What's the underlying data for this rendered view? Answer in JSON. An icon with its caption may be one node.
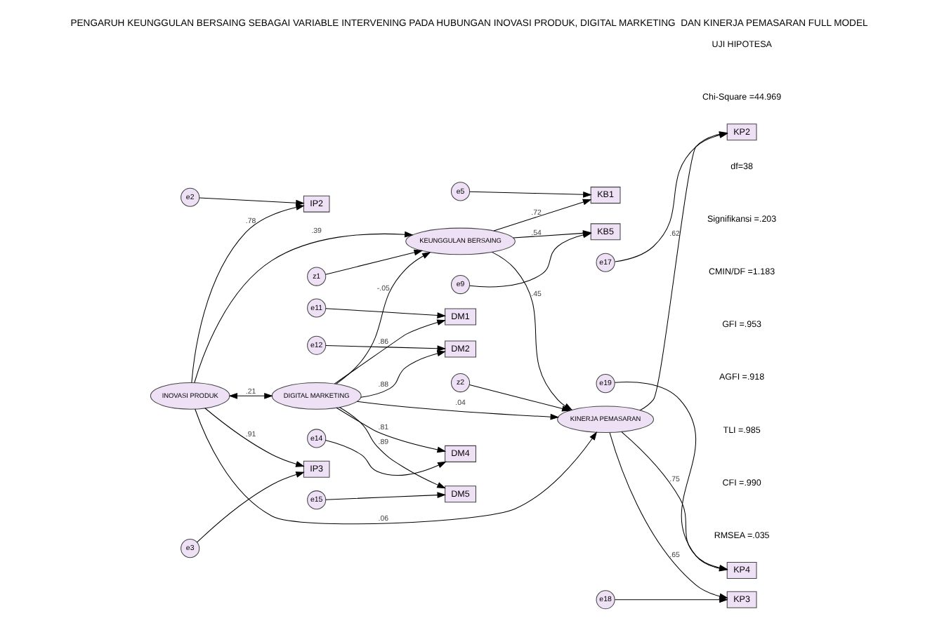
{
  "diagram": {
    "title": "PENGARUH KEUNGGULAN BERSAING SEBAGAI VARIABLE INTERVENING PADA HUBUNGAN INOVASI PRODUK, DIGITAL MARKETING  DAN KINERJA PEMASARAN FULL MODEL",
    "nodes": [
      {
        "text": [
          "e2"
        ]
      },
      {
        "text": [
          "e3"
        ]
      },
      {
        "text": [
          "IP2"
        ]
      },
      {
        "text": [
          "IP3"
        ]
      },
      {
        "text": [
          "INOVASI PRODUK"
        ]
      },
      {
        "text": [
          "e5"
        ]
      },
      {
        "text": [
          "KB1"
        ]
      },
      {
        "text": [
          "e9"
        ]
      },
      {
        "text": [
          "KB5"
        ]
      },
      {
        "text": [
          "KEUNGGULAN BERSAING"
        ]
      },
      {
        "text": [
          "z1"
        ]
      },
      {
        "text": [
          "KINERJA PEMASARAN"
        ]
      },
      {
        "text": [
          "z2"
        ]
      },
      {
        "text": [
          "KP2"
        ]
      },
      {
        "text": [
          "e17"
        ]
      },
      {
        "text": [
          "KP3"
        ]
      },
      {
        "text": [
          "e18"
        ]
      },
      {
        "text": [
          "KP4"
        ]
      },
      {
        "text": [
          "e19"
        ]
      },
      {
        "text": [
          "DIGITAL MARKETING"
        ]
      },
      {
        "text": [
          "DM1"
        ]
      },
      {
        "text": [
          "DM2"
        ]
      },
      {
        "text": [
          "DM4"
        ]
      },
      {
        "text": [
          "DM5"
        ]
      },
      {
        "text": [
          "e11"
        ]
      },
      {
        "text": [
          "e12"
        ]
      },
      {
        "text": [
          "e14"
        ]
      },
      {
        "text": [
          "e15"
        ]
      }
    ],
    "edges": [
      {
        "from": 0,
        "to": 2,
        "arrow": "to"
      },
      {
        "from": 1,
        "to": 3,
        "arrow": "to"
      },
      {
        "from": 4,
        "to": 2,
        "arrow": "to",
        "label": ".78"
      },
      {
        "from": 4,
        "to": 3,
        "arrow": "to",
        "label": ".91"
      },
      {
        "from": 4,
        "to": 19,
        "arrow": "both",
        "label": ".21"
      },
      {
        "from": 5,
        "to": 6,
        "arrow": "to"
      },
      {
        "from": 7,
        "to": 8,
        "arrow": "to"
      },
      {
        "from": 9,
        "to": 6,
        "arrow": "to",
        "label": ".72"
      },
      {
        "from": 9,
        "to": 8,
        "arrow": "to",
        "label": ".54"
      },
      {
        "from": 4,
        "to": 9,
        "arrow": "to",
        "label": ".39"
      },
      {
        "from": 4,
        "to": 11,
        "arrow": "to",
        "label": ".06"
      },
      {
        "from": 19,
        "to": 9,
        "arrow": "to",
        "label": "-.05"
      },
      {
        "from": 19,
        "to": 11,
        "arrow": "to",
        "label": ".04"
      },
      {
        "from": 9,
        "to": 11,
        "arrow": "to",
        "label": ".45"
      },
      {
        "from": 10,
        "to": 9,
        "arrow": "to"
      },
      {
        "from": 12,
        "to": 11,
        "arrow": "to"
      },
      {
        "from": 11,
        "to": 13,
        "arrow": "to",
        "label": ".62"
      },
      {
        "from": 11,
        "to": 15,
        "arrow": "to",
        "label": ".65"
      },
      {
        "from": 11,
        "to": 17,
        "arrow": "to",
        "label": ".75"
      },
      {
        "from": 14,
        "to": 13,
        "arrow": "to"
      },
      {
        "from": 16,
        "to": 15,
        "arrow": "to"
      },
      {
        "from": 18,
        "to": 17,
        "arrow": "to"
      },
      {
        "from": 19,
        "to": 20,
        "arrow": "to",
        "label": ".86"
      },
      {
        "from": 19,
        "to": 21,
        "arrow": "to",
        "label": ".88"
      },
      {
        "from": 19,
        "to": 22,
        "arrow": "to",
        "label": ".81"
      },
      {
        "from": 19,
        "to": 23,
        "arrow": "to",
        "label": ".89"
      },
      {
        "from": 24,
        "to": 20,
        "arrow": "to"
      },
      {
        "from": 25,
        "to": 21,
        "arrow": "to"
      },
      {
        "from": 26,
        "to": 22,
        "arrow": "to"
      },
      {
        "from": 27,
        "to": 23,
        "arrow": "to"
      }
    ],
    "labels": [
      "UJI HIPOTESA",
      "Chi-Square =44.969",
      "df=38",
      "Signifikansi =.203",
      "CMIN/DF =1.183",
      "GFI =.953",
      "AGFI =.918",
      "TLI =.985",
      "CFI =.990",
      "RMSEA =.035"
    ]
  }
}
